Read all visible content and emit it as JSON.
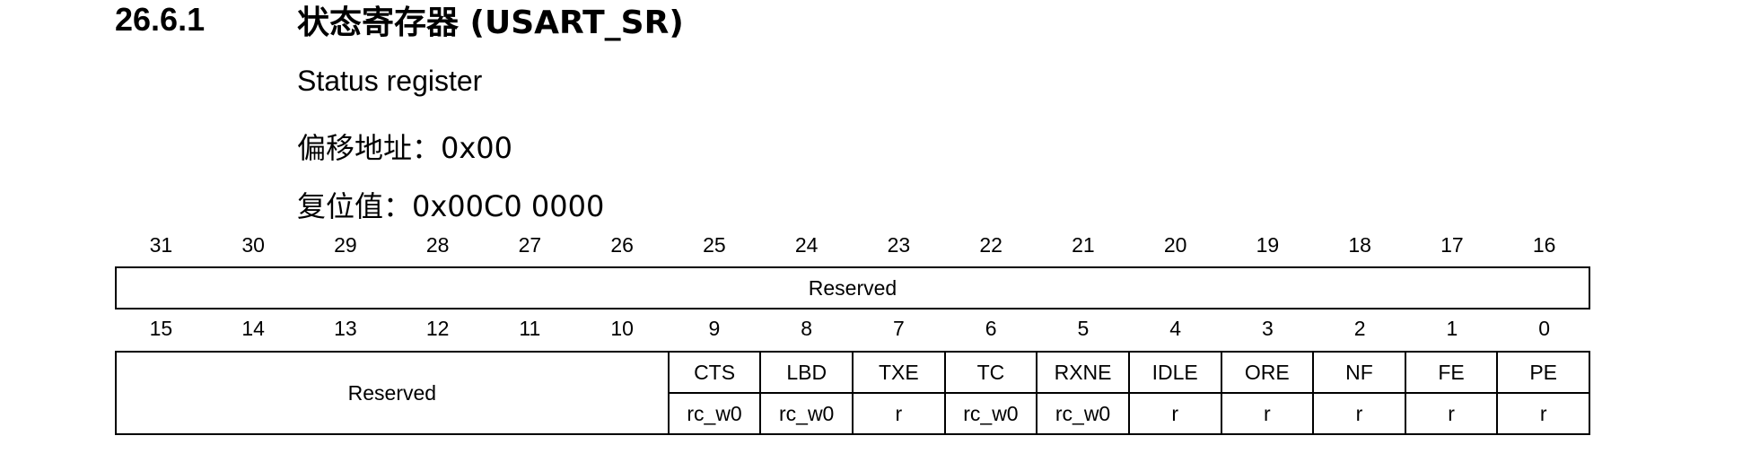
{
  "section": {
    "number": "26.6.1",
    "title": "状态寄存器 (USART_SR)",
    "subtitle": "Status register",
    "offset": "偏移地址：0x00",
    "reset": "复位值：0x00C0 0000"
  },
  "bits_high": [
    "31",
    "30",
    "29",
    "28",
    "27",
    "26",
    "25",
    "24",
    "23",
    "22",
    "21",
    "20",
    "19",
    "18",
    "17",
    "16"
  ],
  "bits_low": [
    "15",
    "14",
    "13",
    "12",
    "11",
    "10",
    "9",
    "8",
    "7",
    "6",
    "5",
    "4",
    "3",
    "2",
    "1",
    "0"
  ],
  "upper_field": "Reserved",
  "lower_reserved": "Reserved",
  "fields": [
    {
      "name": "CTS",
      "access": "rc_w0"
    },
    {
      "name": "LBD",
      "access": "rc_w0"
    },
    {
      "name": "TXE",
      "access": "r"
    },
    {
      "name": "TC",
      "access": "rc_w0"
    },
    {
      "name": "RXNE",
      "access": "rc_w0"
    },
    {
      "name": "IDLE",
      "access": "r"
    },
    {
      "name": "ORE",
      "access": "r"
    },
    {
      "name": "NF",
      "access": "r"
    },
    {
      "name": "FE",
      "access": "r"
    },
    {
      "name": "PE",
      "access": "r"
    }
  ]
}
